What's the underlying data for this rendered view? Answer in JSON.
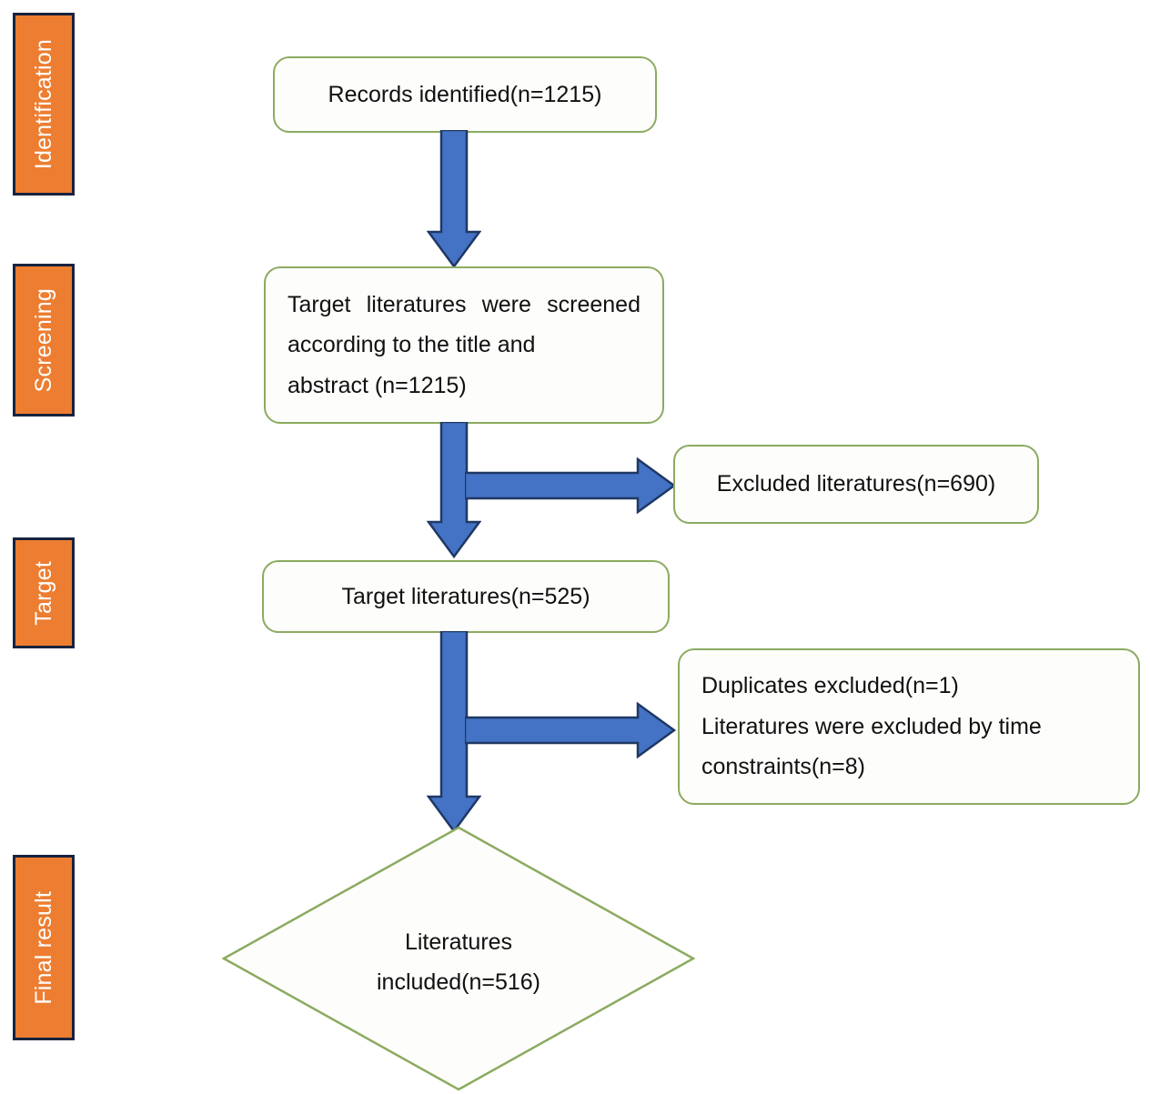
{
  "diagram": {
    "title": "Literature screening flow diagram",
    "colors": {
      "stage_fill": "#ED7D31",
      "stage_border": "#17233E",
      "stage_text": "#FFFFFF",
      "box_border": "#8CAA60",
      "box_fill": "#FDFDFB",
      "box_text": "#101010",
      "arrow_fill": "#4472C4",
      "arrow_border": "#1F3864",
      "background": "#FFFFFF"
    },
    "stages": [
      {
        "id": "identification",
        "label": "Identification"
      },
      {
        "id": "screening",
        "label": "Screening"
      },
      {
        "id": "target",
        "label": "Target"
      },
      {
        "id": "final-result",
        "label": "Final result"
      }
    ],
    "nodes": [
      {
        "id": "records-identified",
        "shape": "rounded-rect",
        "lines": [
          "Records identified(n=1215)"
        ],
        "count": 1215
      },
      {
        "id": "target-literatures-screened",
        "shape": "rounded-rect",
        "lines": [
          "Target literatures were screened according to the title and",
          "abstract (n=1215)"
        ],
        "count": 1215
      },
      {
        "id": "excluded-literatures",
        "shape": "rounded-rect",
        "lines": [
          "Excluded literatures(n=690)"
        ],
        "count": 690
      },
      {
        "id": "target-literatures",
        "shape": "rounded-rect",
        "lines": [
          "Target literatures(n=525)"
        ],
        "count": 525
      },
      {
        "id": "duplicates-and-time-excluded",
        "shape": "rounded-rect",
        "lines": [
          "Duplicates excluded(n=1)",
          "Literatures were excluded by time constraints(n=8)"
        ],
        "counts": [
          1,
          8
        ]
      },
      {
        "id": "literatures-included",
        "shape": "diamond",
        "lines": [
          "Literatures",
          "included(n=516)"
        ],
        "count": 516
      }
    ],
    "arrows": [
      {
        "id": "arrow-identified-to-screened",
        "direction": "down"
      },
      {
        "id": "arrow-screened-to-target",
        "direction": "down"
      },
      {
        "id": "arrow-screened-to-excluded",
        "direction": "right"
      },
      {
        "id": "arrow-target-to-included",
        "direction": "down"
      },
      {
        "id": "arrow-target-to-duplicates",
        "direction": "right"
      }
    ]
  },
  "texts": {
    "stage_identification": "Identification",
    "stage_screening": "Screening",
    "stage_target": "Target",
    "stage_final_result": "Final result",
    "node_records_identified": "Records identified(n=1215)",
    "node_screened_body": "Target literatures were screened according to the title and",
    "node_screened_tail": "abstract (n=1215)",
    "node_excluded": "Excluded literatures(n=690)",
    "node_target_literatures": "Target literatures(n=525)",
    "node_duplicates_line1": "Duplicates excluded(n=1)",
    "node_duplicates_line2": "Literatures were excluded by time",
    "node_duplicates_line3": "constraints(n=8)",
    "node_included_line1": "Literatures",
    "node_included_line2": "included(n=516)"
  }
}
